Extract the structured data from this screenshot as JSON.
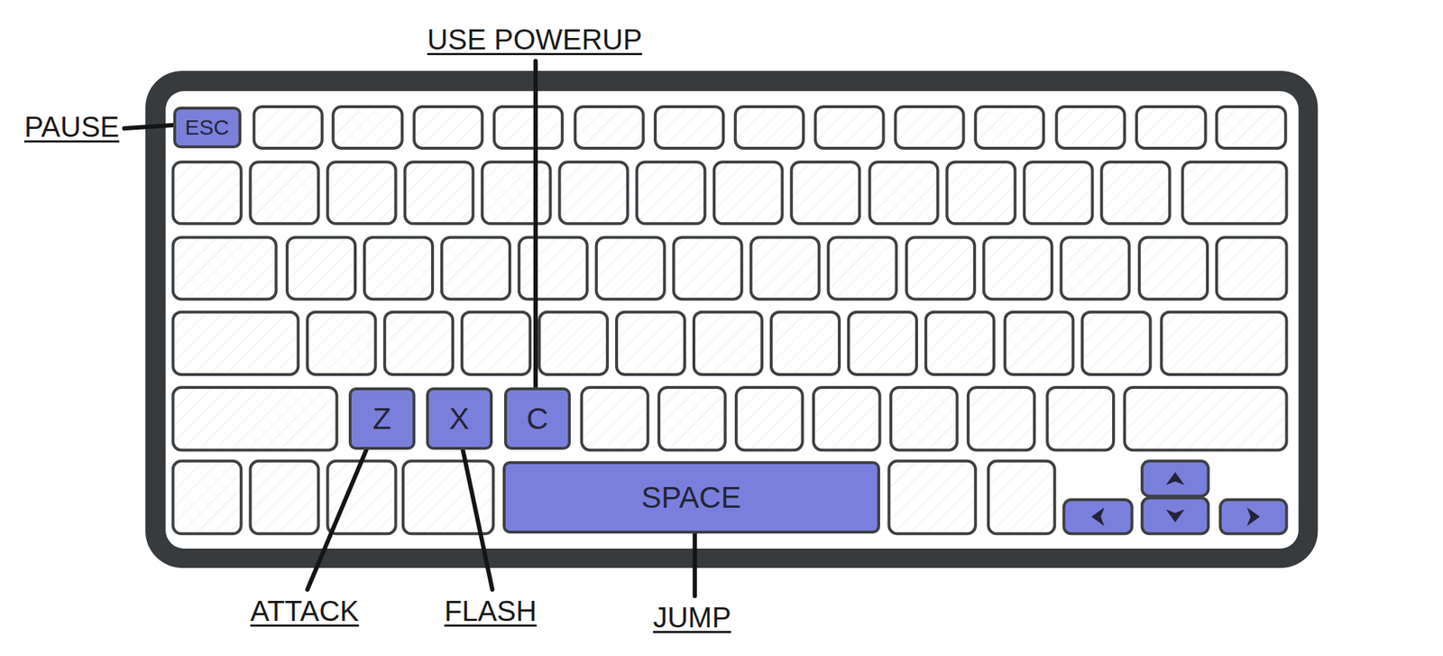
{
  "diagram": {
    "nodes": [
      {
        "text": [
          "ESC"
        ]
      },
      {
        "text": [
          "Z"
        ]
      },
      {
        "text": [
          "X"
        ]
      },
      {
        "text": [
          "C"
        ]
      },
      {
        "text": [
          "SPACE"
        ]
      }
    ],
    "labels": [
      "USE POWERUP",
      "PAUSE",
      "ATTACK",
      "FLASH",
      "JUMP"
    ]
  }
}
